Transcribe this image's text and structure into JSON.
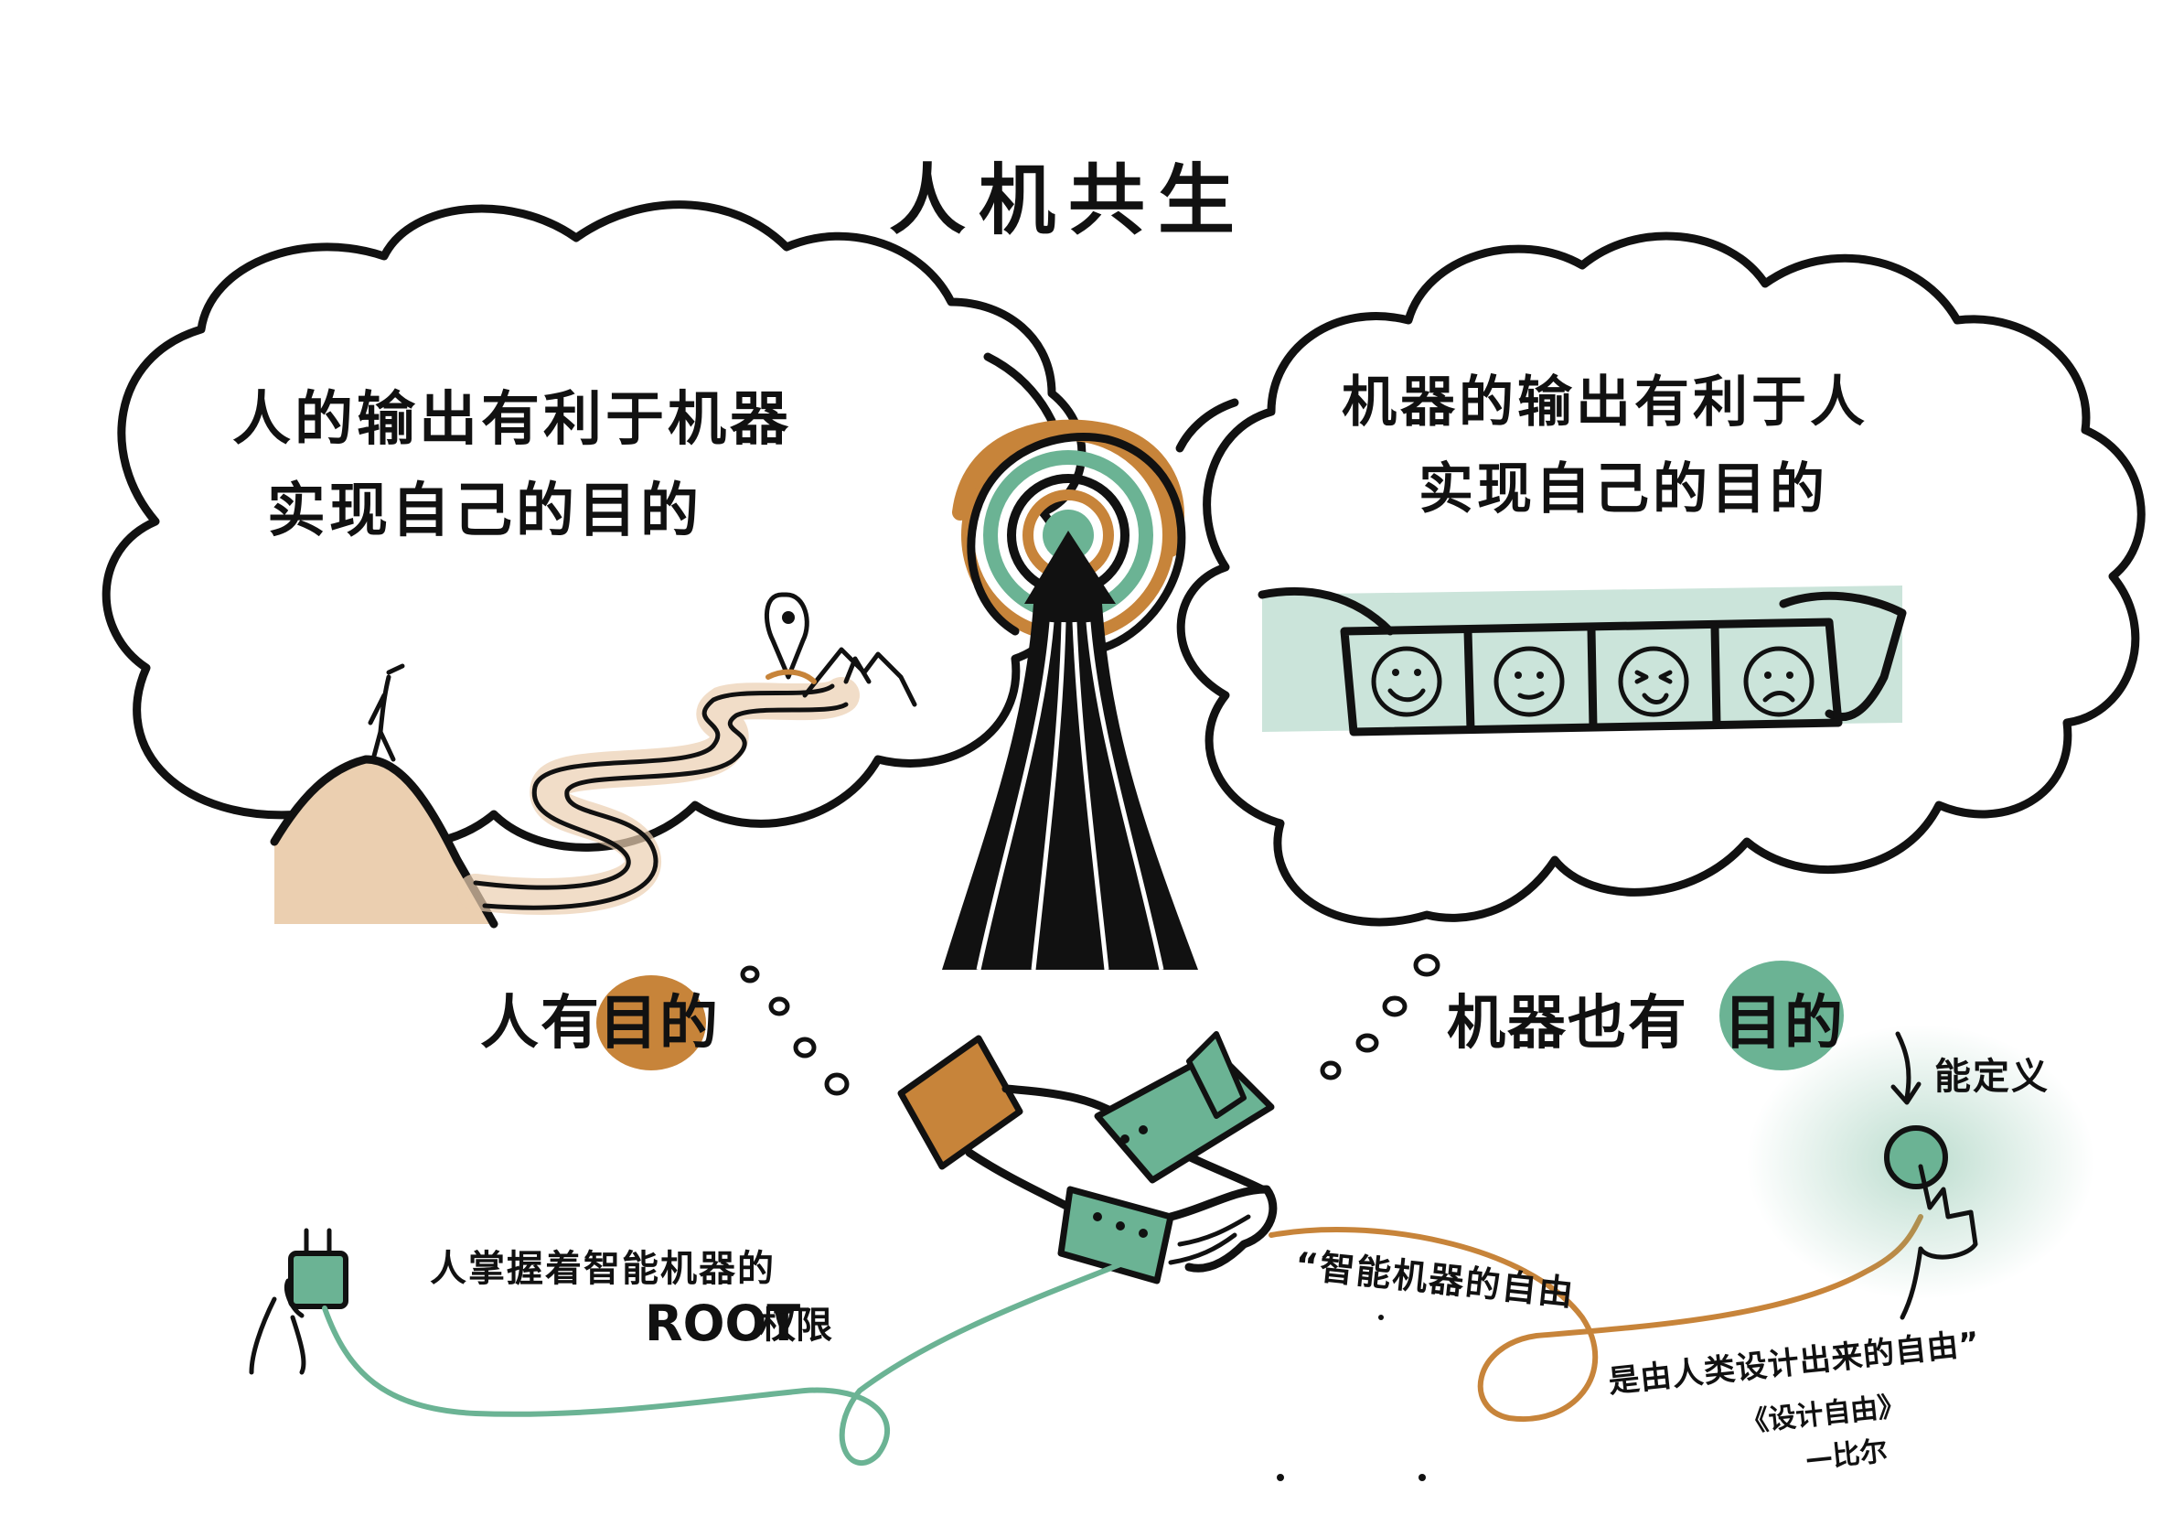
{
  "title": "人机共生",
  "left_cloud": {
    "line1": "人的输出有利于机器",
    "line2": "实现自己的目的"
  },
  "right_cloud": {
    "line1": "机器的输出有利于人",
    "line2": "实现自己的目的"
  },
  "left_label": {
    "prefix": "人有",
    "highlight": "目的"
  },
  "right_label": {
    "prefix": "机器也有",
    "highlight": "目的"
  },
  "root_note": {
    "line1": "人掌握着智能机器的",
    "line2_bold": "ROOT",
    "line2_rest": "权限"
  },
  "quote": {
    "line1": "“智能机器的自由",
    "line2": "是由人类设计出来的自由”",
    "source": "《设计自由》",
    "author": "—比尔"
  },
  "button_note": "能定义",
  "colors": {
    "orange": "#C7843A",
    "green": "#6BB394",
    "tan": "#EBCFB0",
    "ink": "#111111"
  },
  "icons": [
    "mountain-icon",
    "walking-person-icon",
    "location-pin-icon",
    "emotion-film-strip-icon",
    "handshake-icon",
    "plug-icon",
    "push-button-icon",
    "tower-road-icon"
  ]
}
